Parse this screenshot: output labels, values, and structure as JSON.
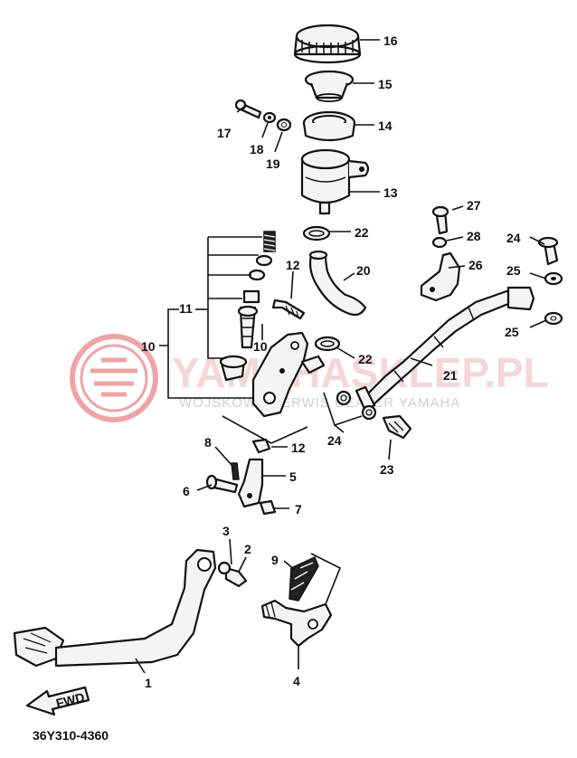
{
  "watermark": {
    "brand": "YAMAHASKLEP.PL",
    "tagline": "WOJSKOWY SERWIS DEALER YAMAHA",
    "color": "#e05a60"
  },
  "diagram_code": "36Y310-4360",
  "arrow_label": "FWD",
  "callouts": [
    {
      "id": "1",
      "text": "1"
    },
    {
      "id": "2",
      "text": "2"
    },
    {
      "id": "3",
      "text": "3"
    },
    {
      "id": "4",
      "text": "4"
    },
    {
      "id": "5",
      "text": "5"
    },
    {
      "id": "6",
      "text": "6"
    },
    {
      "id": "7",
      "text": "7"
    },
    {
      "id": "8",
      "text": "8"
    },
    {
      "id": "9",
      "text": "9"
    },
    {
      "id": "10a",
      "text": "10"
    },
    {
      "id": "10b",
      "text": "10"
    },
    {
      "id": "11",
      "text": "11"
    },
    {
      "id": "12",
      "text": "12"
    },
    {
      "id": "13",
      "text": "13"
    },
    {
      "id": "14",
      "text": "14"
    },
    {
      "id": "15",
      "text": "15"
    },
    {
      "id": "16",
      "text": "16"
    },
    {
      "id": "17",
      "text": "17"
    },
    {
      "id": "18",
      "text": "18"
    },
    {
      "id": "19",
      "text": "19"
    },
    {
      "id": "20",
      "text": "20"
    },
    {
      "id": "21",
      "text": "21"
    },
    {
      "id": "22a",
      "text": "22"
    },
    {
      "id": "22b",
      "text": "22"
    },
    {
      "id": "23",
      "text": "23"
    },
    {
      "id": "24a",
      "text": "24"
    },
    {
      "id": "24b",
      "text": "24"
    },
    {
      "id": "25a",
      "text": "25"
    },
    {
      "id": "25b",
      "text": "25"
    },
    {
      "id": "25c",
      "text": "25"
    },
    {
      "id": "26",
      "text": "26"
    },
    {
      "id": "27",
      "text": "27"
    },
    {
      "id": "28",
      "text": "28"
    }
  ]
}
